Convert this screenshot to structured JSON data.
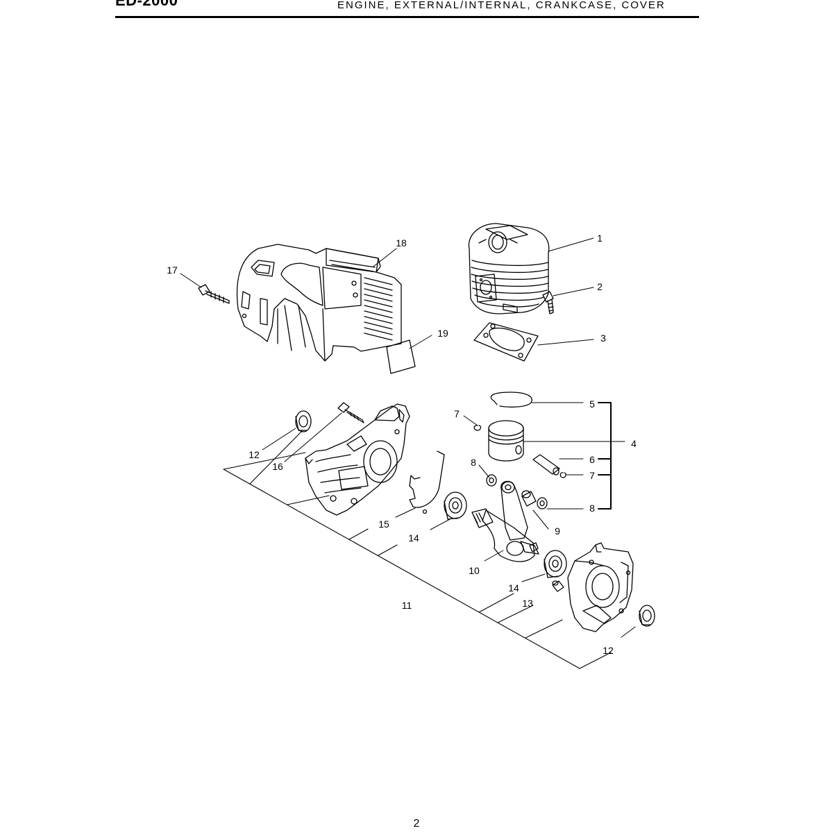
{
  "header": {
    "model": "ED-2000",
    "title": "ENGINE, EXTERNAL/INTERNAL, CRANKCASE, COVER"
  },
  "diagram": {
    "callouts": [
      "1",
      "2",
      "3",
      "4",
      "5",
      "6",
      "7",
      "7",
      "8",
      "8",
      "9",
      "10",
      "11",
      "12",
      "12",
      "13",
      "14",
      "14",
      "15",
      "16",
      "17",
      "18",
      "19"
    ]
  },
  "footer": {
    "page_number": "2"
  }
}
